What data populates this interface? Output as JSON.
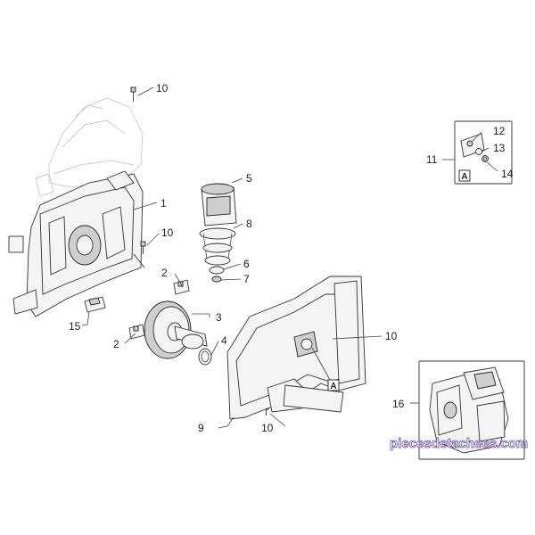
{
  "callouts": {
    "c1": "1",
    "c2a": "2",
    "c2b": "2",
    "c3": "3",
    "c4": "4",
    "c5": "5",
    "c6": "6",
    "c7": "7",
    "c8": "8",
    "c9": "9",
    "c10a": "10",
    "c10b": "10",
    "c10c": "10",
    "c10d": "10",
    "c11": "11",
    "c12": "12",
    "c13": "13",
    "c14": "14",
    "c15": "15",
    "c16": "16"
  },
  "references": {
    "inset_ref": "A",
    "main_ref": "A"
  },
  "watermark": "piecesdetachees.com",
  "colors": {
    "ink": "#222222",
    "ghost": "#b8b8d8",
    "watermark_outline": "#6a4fa8"
  }
}
